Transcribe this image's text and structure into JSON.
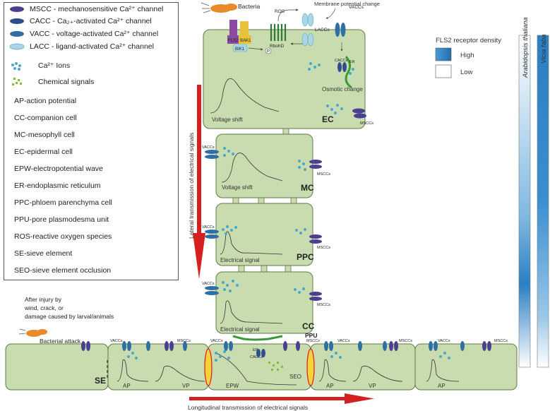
{
  "legend": {
    "channels": [
      {
        "label": "MSCC - mechanosensitive Ca²⁺ channel",
        "color": "#4b3f8f"
      },
      {
        "label": "CACC - Ca₂₊-activated Ca²⁺ channel",
        "color": "#2e4f8c"
      },
      {
        "label": "VACC - voltage-activated Ca²⁺ channel",
        "color": "#2f6fa3"
      },
      {
        "label": "LACC - ligand-activated Ca²⁺ channel",
        "color": "#a9d7e6"
      }
    ],
    "ions_label": "Ca²⁺ Ions",
    "chemical_label": "Chemical signals",
    "abbreviations": [
      "AP-action potential",
      "CC-companion cell",
      "MC-mesophyll cell",
      "EC-epidermal cell",
      "EPW-electropotential wave",
      "ER-endoplasmic reticulum",
      "PPC-phloem parenchyma cell",
      "PPU-pore plasmodesma unit",
      "ROS-reactive oxygen species",
      "SE-sieve element",
      "SEO-sieve element occlusion"
    ]
  },
  "fls2": {
    "title": "FLS2 receptor density",
    "high": "High",
    "low": "Low",
    "species": [
      "Arabidopsis thaliana",
      "Vicia faba"
    ]
  },
  "cells": {
    "ec": "EC",
    "mc": "MC",
    "ppc": "PPC",
    "cc": "CC",
    "se": "SE"
  },
  "labels": {
    "bacteria": "Bacteria",
    "ros": "ROS",
    "membrane_change": "Membrane potential change",
    "laccs": "LACCs",
    "vaccs": "VACCs",
    "caccs": "CACCs",
    "msccs": "MSCCs",
    "er": "ER",
    "fls2": "FLS2",
    "bak1": "BAK1",
    "bik1": "BIK1",
    "rbohd": "RbohD",
    "p": "P",
    "osmotic": "Osmotic change",
    "voltage_shift": "Voltage shift",
    "electrical_signal": "Electrical signal",
    "ppu": "PPU",
    "injury": "After injury by wind, crack, or damage caused by larval/animals",
    "injury_lines": [
      "After injury by",
      "wind, crack, or",
      "damage caused by larval/animals"
    ],
    "bacterial_attack": "Bacterial attack",
    "ap": "AP",
    "vp": "VP",
    "epw": "EPW",
    "seo": "SEO",
    "lateral": "Lateral transmission of electrical signals",
    "longitudinal": "Longitudinal transmission of electrical signals"
  },
  "colors": {
    "cell_fill": "#c9dcb0",
    "cell_stroke": "#5f7a45",
    "arrow_red": "#d42020",
    "ion_blue": "#4aa8c8",
    "chem_green": "#7cbf3a",
    "fls2_high": "#2a7fc4"
  }
}
